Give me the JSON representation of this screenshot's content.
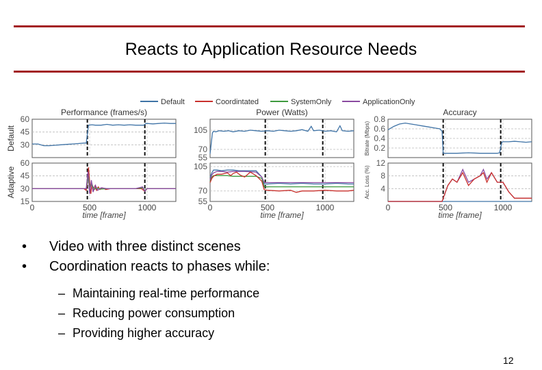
{
  "slide": {
    "title": "Reacts to Application Resource Needs",
    "accent_color": "#a31f24",
    "bullet_glyph": "•",
    "sub_glyph": "–",
    "bullets": [
      "Video with three distinct scenes",
      "Coordination reacts to phases while:"
    ],
    "sub_bullets": [
      "Maintaining real-time performance",
      "Reducing power consumption",
      "Providing higher accuracy"
    ],
    "page_number": "12"
  },
  "chart_data": {
    "type": "line",
    "legend": {
      "placement": "top",
      "entries": [
        {
          "name": "Default",
          "color": "#3f73a6"
        },
        {
          "name": "Coordintated",
          "color": "#c9302c"
        },
        {
          "name": "SystemOnly",
          "color": "#3e9a3e"
        },
        {
          "name": "ApplicationOnly",
          "color": "#8a4aa0"
        }
      ]
    },
    "row_labels": [
      "Default",
      "Adaptive"
    ],
    "x_axis": {
      "label": "time [frame]",
      "ticks": [
        "0",
        "500",
        "1000"
      ],
      "range": [
        0,
        1250
      ]
    },
    "phase_markers": [
      480,
      980
    ],
    "panels": [
      {
        "title": "Performance (frames/s)",
        "ylabel": "",
        "top": {
          "ylim": [
            15,
            60
          ],
          "ticks": [
            "60",
            "45",
            "30"
          ],
          "series": [
            {
              "name": "Default",
              "x": [
                0,
                50,
                100,
                150,
                200,
                250,
                300,
                350,
                400,
                450,
                470,
                490,
                520,
                550,
                600,
                650,
                700,
                750,
                800,
                850,
                900,
                950,
                970,
                990,
                1000,
                1050,
                1100,
                1150,
                1200,
                1250
              ],
              "y": [
                31,
                31,
                29,
                29,
                29.5,
                30,
                30.5,
                31,
                31.5,
                32,
                32,
                53,
                53.5,
                53,
                53,
                54,
                53,
                53.5,
                53,
                53.5,
                53,
                53,
                53,
                55,
                55,
                54.5,
                55,
                55.5,
                55,
                55
              ]
            }
          ]
        },
        "bottom": {
          "ylim": [
            15,
            60
          ],
          "ticks": [
            "60",
            "45",
            "30",
            "15"
          ],
          "series": [
            {
              "name": "Coordintated",
              "x": [
                0,
                100,
                200,
                300,
                400,
                450,
                470,
                480,
                490,
                500,
                510,
                520,
                530,
                545,
                560,
                575,
                590,
                610,
                640,
                680,
                720,
                800,
                900,
                950,
                960,
                980,
                1000,
                1100,
                1200,
                1250
              ],
              "y": [
                30,
                30,
                30,
                30,
                30,
                30,
                28,
                36,
                55,
                38,
                24,
                36,
                27,
                33,
                28,
                32,
                29,
                31,
                29,
                30,
                30,
                30,
                30,
                30,
                29,
                27,
                30,
                30,
                30,
                30
              ]
            },
            {
              "name": "SystemOnly",
              "x": [
                0,
                100,
                200,
                300,
                400,
                470,
                490,
                500,
                520,
                540,
                560,
                600,
                650,
                700,
                800,
                900,
                960,
                980,
                1000,
                1100,
                1200,
                1250
              ],
              "y": [
                30,
                30,
                30,
                30,
                30,
                30,
                45,
                32,
                35,
                29,
                31,
                29.5,
                30,
                30,
                30,
                30,
                31,
                28,
                30,
                30,
                30,
                30
              ]
            },
            {
              "name": "ApplicationOnly",
              "x": [
                0,
                100,
                200,
                300,
                400,
                470,
                485,
                500,
                515,
                530,
                550,
                570,
                600,
                650,
                700,
                800,
                900,
                960,
                980,
                1000,
                1100,
                1200,
                1250
              ],
              "y": [
                30,
                30,
                30,
                30,
                30,
                30,
                50,
                24,
                40,
                26,
                34,
                28,
                31,
                30,
                30,
                30,
                30,
                32,
                27,
                30,
                30,
                30,
                30
              ]
            }
          ]
        }
      },
      {
        "title": "Power (Watts)",
        "ylabel": "",
        "top": {
          "ylim": [
            55,
            125
          ],
          "ticks": [
            "105",
            "70",
            "55"
          ],
          "series": [
            {
              "name": "Default",
              "x": [
                0,
                20,
                30,
                50,
                80,
                120,
                160,
                200,
                250,
                300,
                350,
                400,
                450,
                500,
                550,
                600,
                650,
                700,
                750,
                800,
                850,
                880,
                900,
                950,
                1000,
                1050,
                1100,
                1130,
                1150,
                1200,
                1250
              ],
              "y": [
                62,
                100,
                103,
                102,
                104,
                103,
                104,
                102,
                104,
                103,
                105,
                104,
                103,
                104,
                103,
                105,
                104,
                103,
                104,
                106,
                103,
                112,
                104,
                105,
                103,
                104,
                102,
                113,
                104,
                103,
                104
              ]
            }
          ]
        },
        "bottom": {
          "ylim": [
            55,
            110
          ],
          "ticks": [
            "105",
            "70",
            "55"
          ],
          "series": [
            {
              "name": "Default",
              "x": [
                0,
                15,
                30,
                60,
                100,
                150,
                200,
                250,
                300,
                350,
                400,
                450,
                470,
                500,
                600,
                700,
                800,
                900,
                1000,
                1100,
                1200,
                1250
              ],
              "y": [
                90,
                96,
                100,
                100,
                99,
                100,
                100,
                99,
                99,
                99,
                99,
                90,
                80,
                80,
                81,
                80,
                81,
                80,
                80,
                81,
                80,
                80
              ]
            },
            {
              "name": "SystemOnly",
              "x": [
                0,
                15,
                30,
                60,
                100,
                150,
                200,
                300,
                400,
                450,
                470,
                500,
                600,
                700,
                800,
                900,
                1000,
                1100,
                1200,
                1250
              ],
              "y": [
                84,
                90,
                92,
                92,
                92,
                92,
                91,
                91,
                91,
                88,
                76,
                76,
                76,
                76,
                76,
                76,
                76,
                76,
                76,
                76
              ]
            },
            {
              "name": "ApplicationOnly",
              "x": [
                0,
                15,
                30,
                60,
                100,
                150,
                200,
                300,
                400,
                450,
                470,
                500,
                600,
                700,
                800,
                900,
                1000,
                1100,
                1200,
                1250
              ],
              "y": [
                86,
                93,
                96,
                98,
                98,
                97,
                98,
                98,
                97,
                90,
                82,
                82,
                82,
                82,
                82,
                82,
                82,
                82,
                82,
                82
              ]
            },
            {
              "name": "Coordintated",
              "x": [
                0,
                15,
                30,
                60,
                100,
                150,
                180,
                200,
                230,
                260,
                300,
                350,
                400,
                450,
                470,
                500,
                600,
                700,
                750,
                800,
                900,
                1000,
                1100,
                1200,
                1250
              ],
              "y": [
                82,
                88,
                91,
                94,
                94,
                96,
                92,
                95,
                97,
                93,
                90,
                97,
                92,
                84,
                72,
                71,
                70,
                71,
                68,
                70,
                70,
                71,
                70,
                70,
                71
              ]
            }
          ]
        }
      },
      {
        "title": "Accuracy",
        "ylabel_top": "Bitrate (Mbps)",
        "ylabel_bottom": "Acc. Loss (%)",
        "top": {
          "ylim": [
            0,
            0.8
          ],
          "ticks": [
            "0.8",
            "0.6",
            "0.4",
            "0.2"
          ],
          "series": [
            {
              "name": "Default",
              "x": [
                0,
                50,
                100,
                150,
                200,
                250,
                300,
                350,
                400,
                450,
                470,
                480,
                500,
                600,
                700,
                800,
                900,
                950,
                970,
                990,
                1000,
                1050,
                1100,
                1150,
                1200,
                1250
              ],
              "y": [
                0.58,
                0.65,
                0.7,
                0.72,
                0.7,
                0.68,
                0.66,
                0.64,
                0.62,
                0.6,
                0.55,
                0.09,
                0.09,
                0.09,
                0.1,
                0.09,
                0.09,
                0.09,
                0.1,
                0.32,
                0.33,
                0.33,
                0.34,
                0.33,
                0.32,
                0.33
              ]
            }
          ]
        },
        "bottom": {
          "ylim": [
            0,
            12
          ],
          "ticks": [
            "12",
            "8",
            "4"
          ],
          "series": [
            {
              "name": "Default",
              "x": [
                0,
                500,
                1250
              ],
              "y": [
                0,
                0,
                0
              ]
            },
            {
              "name": "ApplicationOnly",
              "x": [
                0,
                470,
                490,
                520,
                560,
                600,
                650,
                700,
                750,
                800,
                830,
                860,
                900,
                950,
                1000,
                1050,
                1100,
                1200,
                1250
              ],
              "y": [
                0,
                0,
                2,
                5,
                7,
                6,
                10,
                6,
                7,
                8,
                10,
                7,
                9,
                6,
                6,
                3,
                1,
                1,
                1
              ]
            },
            {
              "name": "Coordintated",
              "x": [
                0,
                470,
                490,
                520,
                560,
                600,
                650,
                700,
                750,
                800,
                830,
                860,
                900,
                950,
                1000,
                1050,
                1100,
                1200,
                1250
              ],
              "y": [
                0,
                0,
                2,
                5,
                7,
                6,
                9,
                5,
                7,
                8,
                9,
                6,
                9,
                6,
                6,
                3,
                1,
                1,
                1
              ]
            }
          ]
        }
      }
    ]
  }
}
